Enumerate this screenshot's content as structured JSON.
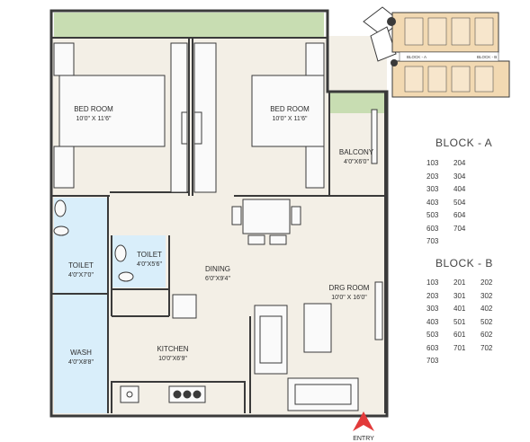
{
  "colors": {
    "floor": "#f3efe6",
    "green": "#c8ddb2",
    "wet": "#d9eefa",
    "wall": "#3a3a3a",
    "entry": "#e23a3a"
  },
  "rooms": {
    "bed1": {
      "name": "BED ROOM",
      "dim": "10'0\" X 11'6\""
    },
    "bed2": {
      "name": "BED ROOM",
      "dim": "10'0\" X 11'6\""
    },
    "balcony": {
      "name": "BALCONY",
      "dim": "4'0\"X6'0\""
    },
    "toilet1": {
      "name": "TOILET",
      "dim": "4'0\"X7'0\""
    },
    "toilet2": {
      "name": "TOILET",
      "dim": "4'0\"X5'6\""
    },
    "dining": {
      "name": "DINING",
      "dim": "6'0\"X9'4\""
    },
    "drg": {
      "name": "DRG ROOM",
      "dim": "10'0\" X 16'0\""
    },
    "wash": {
      "name": "WASH",
      "dim": "4'0\"X8'8\""
    },
    "kitchen": {
      "name": "KITCHEN",
      "dim": "10'0\"X6'9\""
    }
  },
  "entry_label": "ENTRY",
  "key_plan": {
    "block_a_label": "BLOCK - A",
    "block_b_label": "BLOCK - B"
  },
  "block_a": {
    "title": "BLOCK - A",
    "units": [
      "103",
      "204",
      "203",
      "304",
      "303",
      "404",
      "403",
      "504",
      "503",
      "604",
      "603",
      "704",
      "703"
    ]
  },
  "block_b": {
    "title": "BLOCK - B",
    "units": [
      "103",
      "201",
      "202",
      "203",
      "301",
      "302",
      "303",
      "401",
      "402",
      "403",
      "501",
      "502",
      "503",
      "601",
      "602",
      "603",
      "701",
      "702",
      "703"
    ]
  }
}
